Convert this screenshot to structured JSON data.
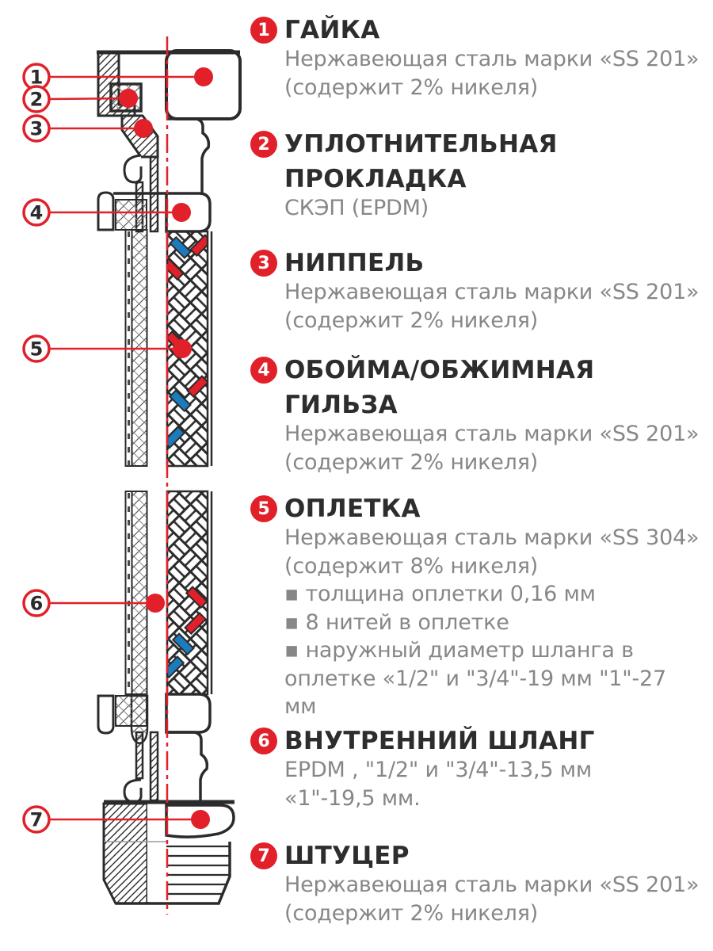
{
  "colors": {
    "red": "#e1202a",
    "blue": "#1c7bbd",
    "dark": "#2b2b2b",
    "gray": "#878787"
  },
  "callouts": {
    "nums": [
      "1",
      "2",
      "3",
      "4",
      "5",
      "6",
      "7"
    ]
  },
  "items": [
    {
      "num": "1",
      "title": "ГАЙКА",
      "desc": "Нержавеющая сталь марки «SS 201»\n(содержит 2% никеля)"
    },
    {
      "num": "2",
      "title": "УПЛОТНИТЕЛЬНАЯ\nПРОКЛАДКА",
      "desc": "СКЭП (EPDM)"
    },
    {
      "num": "3",
      "title": "НИППЕЛЬ",
      "desc": "Нержавеющая сталь марки «SS 201»\n(содержит 2% никеля)"
    },
    {
      "num": "4",
      "title": "ОБОЙМА/ОБЖИМНАЯ\nГИЛЬЗА",
      "desc": "Нержавеющая сталь марки «SS 201»\n(содержит 2% никеля)"
    },
    {
      "num": "5",
      "title": "ОПЛЕТКА",
      "desc": "Нержавеющая сталь марки «SS 304»\n(содержит 8% никеля)\n▪ толщина оплетки  0,16 мм\n▪ 8 нитей в оплетке\n▪ наружный диаметр шланга в\nоплетке «1/2\" и \"3/4\"-19 мм \"1\"-27 мм"
    },
    {
      "num": "6",
      "title": "ВНУТРЕННИЙ ШЛАНГ",
      "desc": "EPDM , \"1/2\" и \"3/4\"-13,5 мм\n«1\"-19,5 мм."
    },
    {
      "num": "7",
      "title": "ШТУЦЕР",
      "desc": "Нержавеющая сталь марки «SS 201»\n(содержит 2% никеля)"
    }
  ]
}
